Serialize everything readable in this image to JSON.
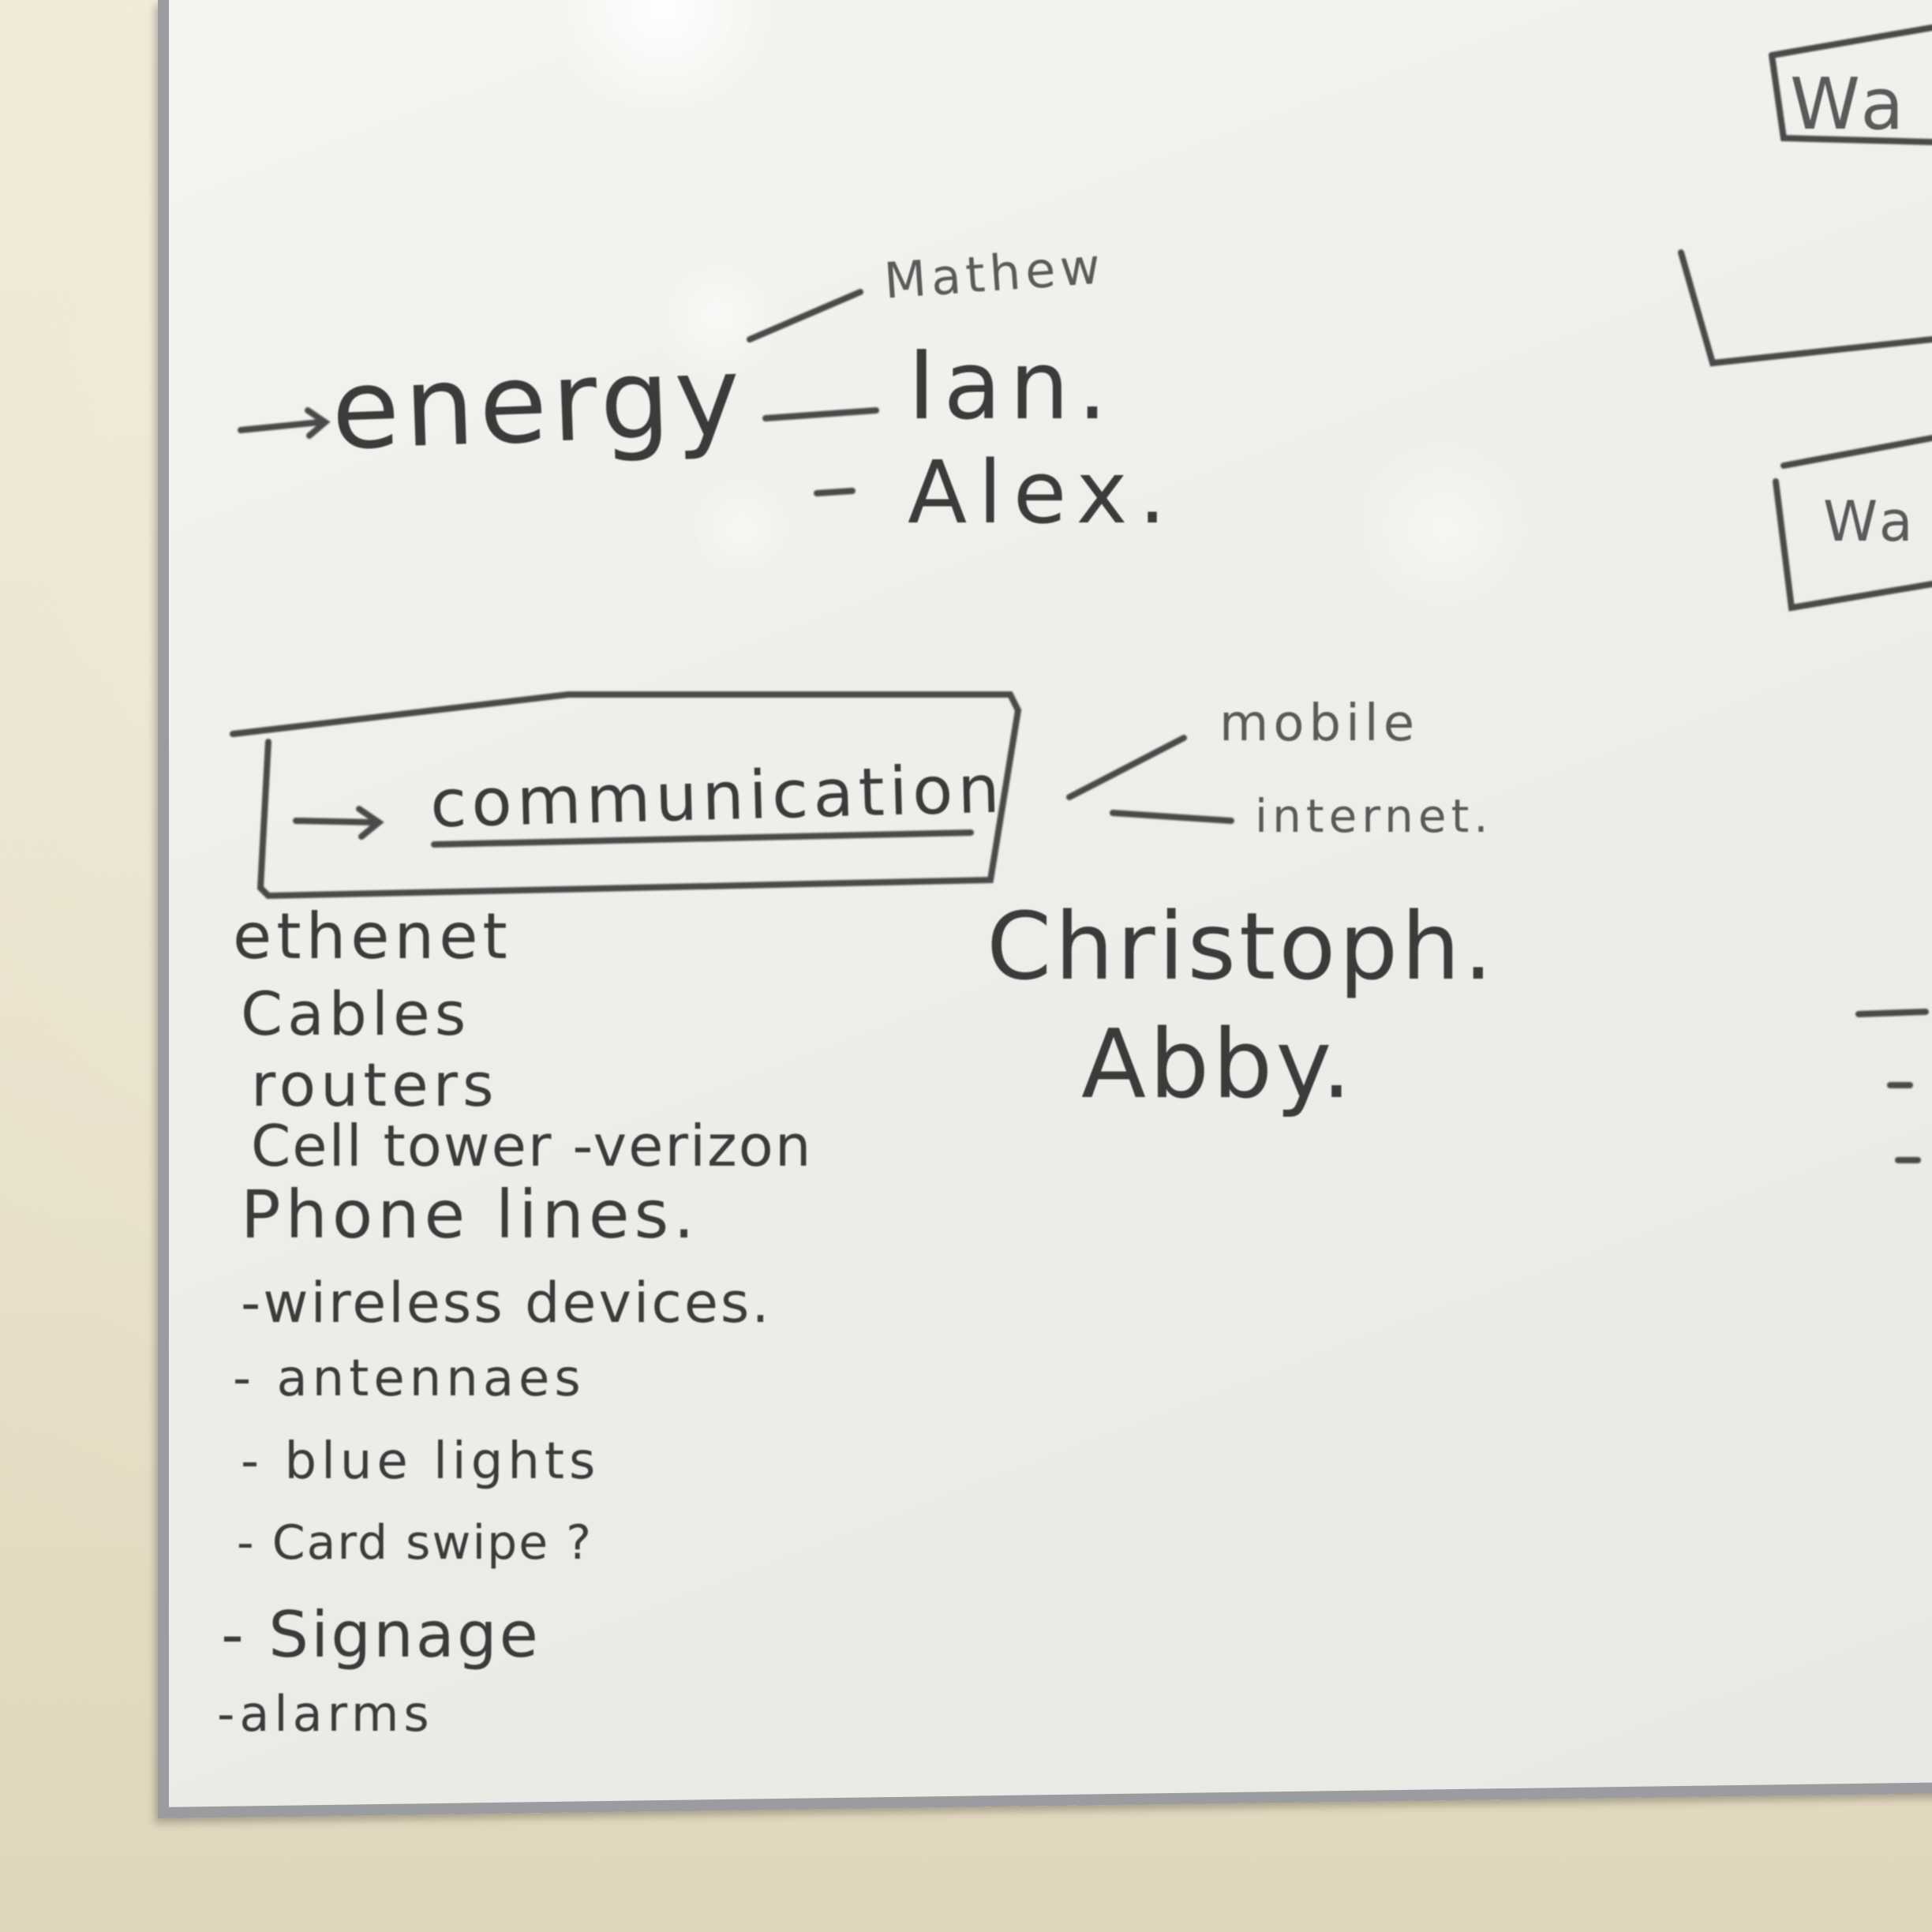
{
  "board": {
    "energy": {
      "heading": "energy",
      "names": [
        "Mathew",
        "Ian.",
        "Alex."
      ]
    },
    "communication": {
      "heading": "communication",
      "branches": [
        "mobile",
        "internet."
      ],
      "names": [
        "Christoph.",
        "Abby."
      ],
      "items": [
        "ethenet",
        "Cables",
        "routers",
        "Cell tower -verizon",
        "Phone lines.",
        "-wireless devices.",
        "- antennaes",
        "- blue lights",
        "- Card swipe ?",
        "- Signage",
        "-alarms"
      ]
    },
    "right_edge": {
      "box1": "Wa",
      "box2": "Wa"
    }
  }
}
